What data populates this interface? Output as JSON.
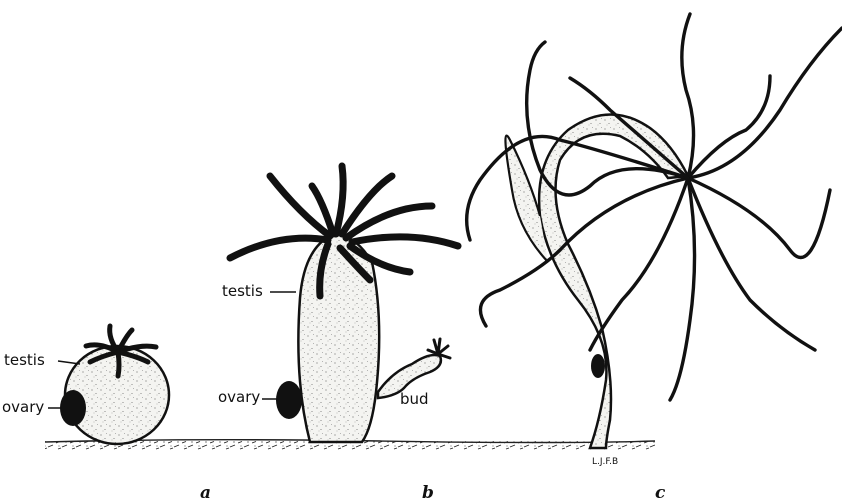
{
  "labels": {
    "a_testis": "testis",
    "a_ovary": "ovary",
    "b_testis": "testis",
    "b_ovary": "ovary",
    "b_bud": "bud"
  },
  "panels": {
    "a": "a",
    "b": "b",
    "c": "c"
  },
  "signature": "L.J.F.B",
  "colors": {
    "ink": "#111111",
    "body_fill": "#f4f4f1",
    "background": "#ffffff"
  }
}
